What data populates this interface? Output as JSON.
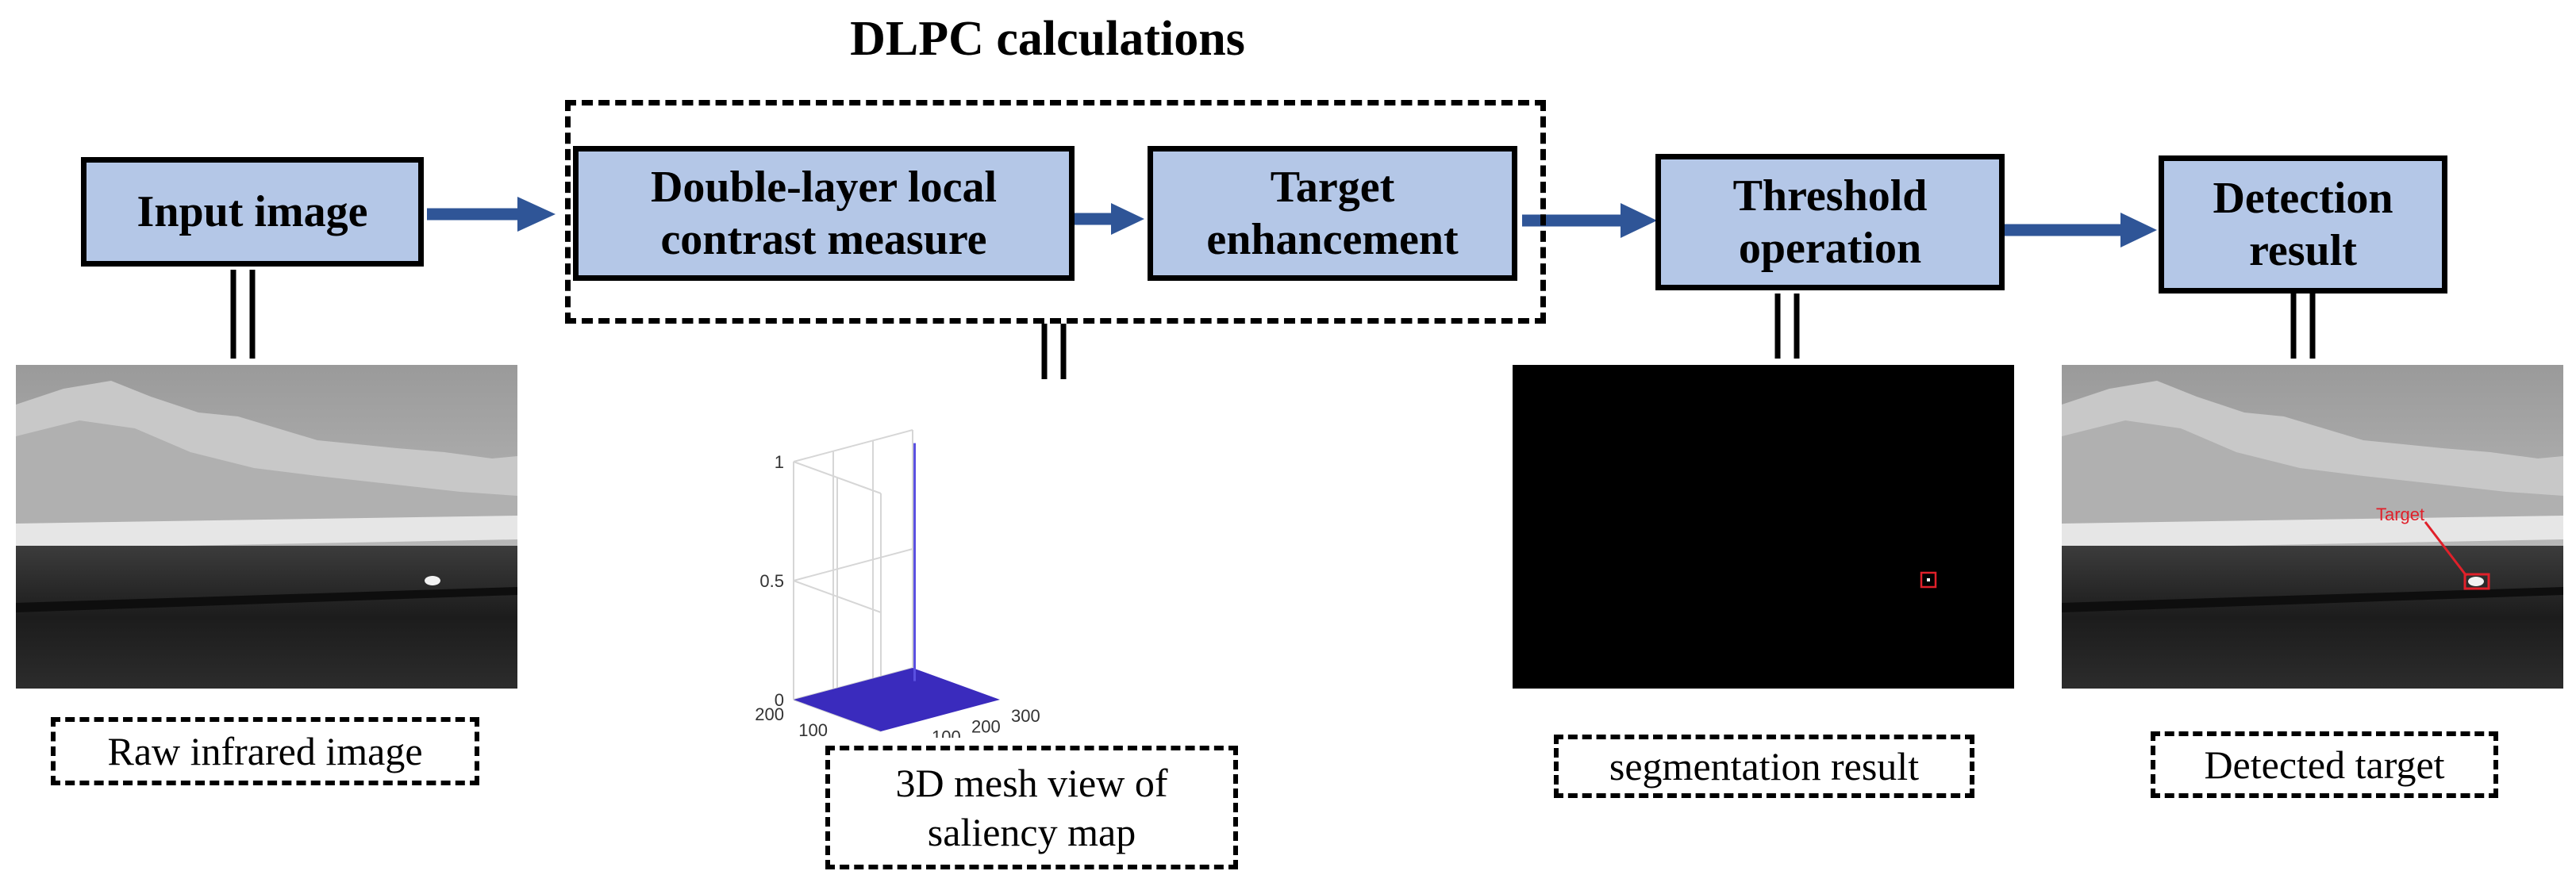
{
  "diagram": {
    "title": "DLPC calculations",
    "nodes": {
      "input_image": "Input image",
      "dlcm": "Double-layer  local\ncontrast measure",
      "target_enhancement": "Target\nenhancement",
      "threshold_operation": "Threshold\noperation",
      "detection_result": "Detection\nresult"
    },
    "captions": {
      "raw_image": "Raw infrared image",
      "saliency": "3D mesh view of\nsaliency map",
      "segmentation": "segmentation result",
      "detected": "Detected target"
    },
    "annotation": {
      "target_label": "Target"
    },
    "colors": {
      "box_fill": "#b4c7e7",
      "arrow": "#2f5597",
      "marker": "#e0202a",
      "mesh": "#3a2bbd"
    }
  },
  "chart_data": {
    "type": "surface",
    "title": "",
    "z_ticks": [
      "0",
      "0.5",
      "1"
    ],
    "x_ticks": [
      "0",
      "100",
      "200",
      "300"
    ],
    "y_ticks": [
      "0",
      "100",
      "200"
    ],
    "zlim": [
      0,
      1
    ],
    "xlim": [
      0,
      300
    ],
    "ylim": [
      0,
      200
    ],
    "peak": {
      "x": 250,
      "y": 150,
      "z": 1
    }
  }
}
